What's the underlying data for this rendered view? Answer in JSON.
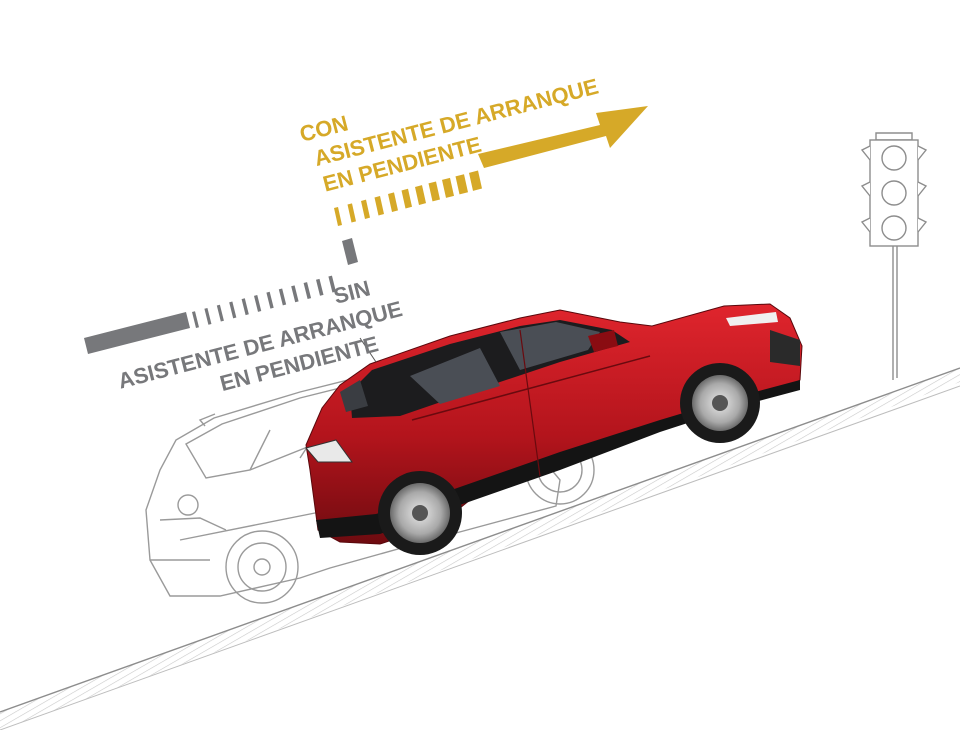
{
  "labels": {
    "with_assist": {
      "line1": "CON",
      "line2": "ASISTENTE DE ARRANQUE",
      "line3": "EN PENDIENTE"
    },
    "without_assist": {
      "line1": "SIN",
      "line2": "ASISTENTE DE ARRANQUE",
      "line3": "EN PENDIENTE"
    }
  },
  "colors": {
    "gold": "#d6a928",
    "gray": "#77787b",
    "car_red": "#b3141c",
    "outline": "#9a9a9a"
  },
  "icons": {
    "arrow": "arrow-right-icon",
    "traffic_light": "traffic-light-icon"
  }
}
